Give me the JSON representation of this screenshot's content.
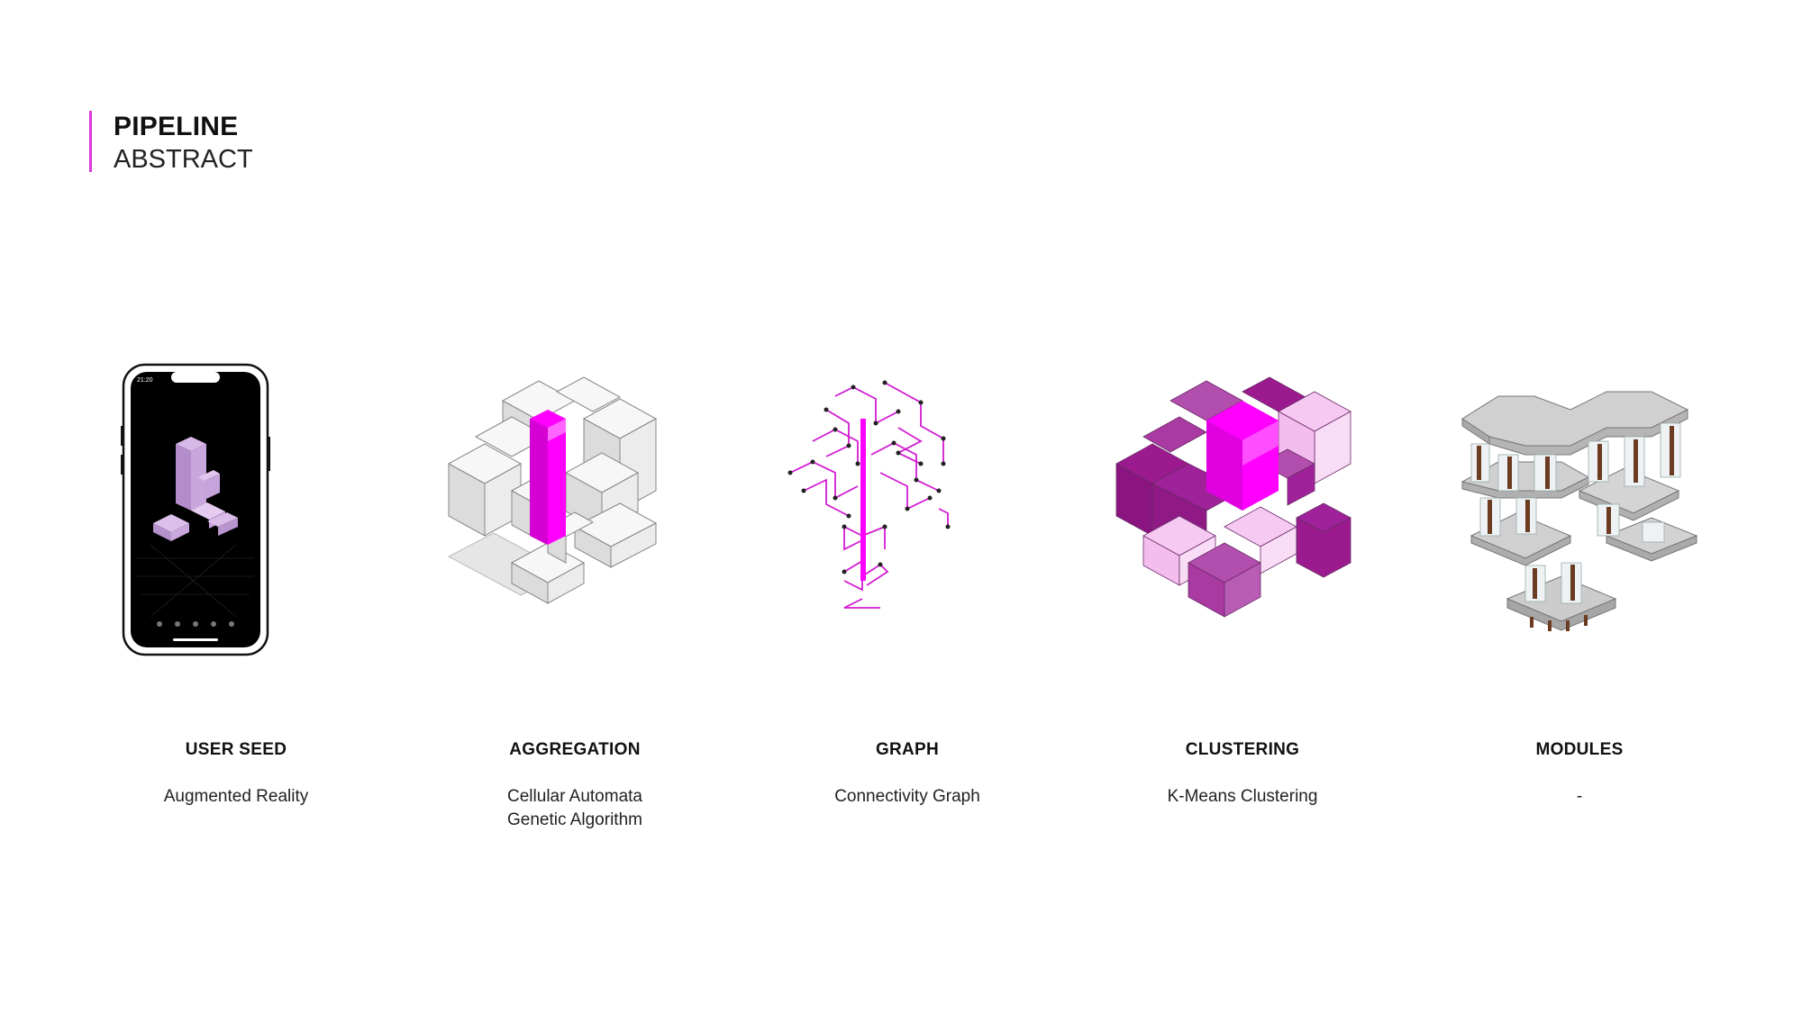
{
  "header": {
    "title": "PIPELINE",
    "subtitle": "ABSTRACT",
    "accent_color": "#d83bd8"
  },
  "stages": [
    {
      "label": "USER SEED",
      "description": [
        "Augmented Reality"
      ],
      "icon": "phone-ar-icon",
      "phone_time": "21:20"
    },
    {
      "label": "AGGREGATION",
      "description": [
        "Cellular Automata",
        "Genetic Algorithm"
      ],
      "icon": "voxel-aggregation-icon"
    },
    {
      "label": "GRAPH",
      "description": [
        "Connectivity Graph"
      ],
      "icon": "connectivity-graph-icon"
    },
    {
      "label": "CLUSTERING",
      "description": [
        "K-Means Clustering"
      ],
      "icon": "clustering-voxels-icon"
    },
    {
      "label": "MODULES",
      "description": [
        "-"
      ],
      "icon": "modules-render-icon"
    }
  ],
  "colors": {
    "magenta": "#ff00ff",
    "purple_dark": "#9b1b8e",
    "purple_mid": "#b24fae",
    "pink_light": "#f6c9f2",
    "voxel_white": "#f2f2f2",
    "concrete": "#c9c9c9"
  }
}
